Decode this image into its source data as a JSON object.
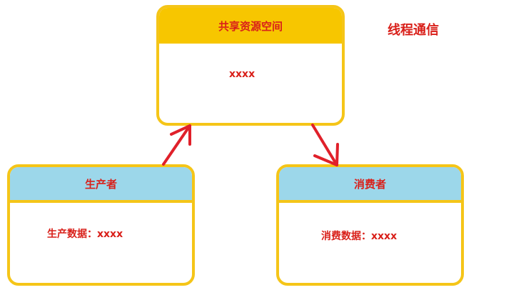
{
  "title": "线程通信",
  "nodes": {
    "shared": {
      "title": "共享资源空间",
      "body": "xxxx"
    },
    "producer": {
      "title": "生产者",
      "body": "生产数据：xxxx"
    },
    "consumer": {
      "title": "消费者",
      "body": "消费数据：xxxx"
    }
  },
  "colors": {
    "border": "#f5c518",
    "shared_header": "#f7c600",
    "role_header": "#9cd7ea",
    "text": "#d9201a",
    "arrow": "#e0202a"
  }
}
